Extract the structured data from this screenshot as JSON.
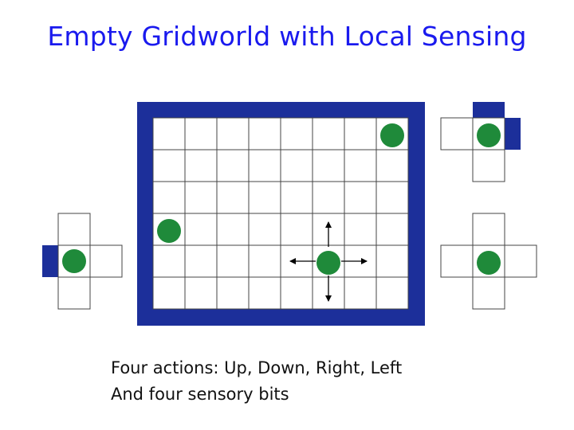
{
  "title": "Empty Gridworld with Local Sensing",
  "caption": {
    "line1": "Four actions: Up, Down, Right, Left",
    "line2": "And four sensory bits"
  },
  "grid": {
    "cols": 8,
    "rows": 6,
    "agents": [
      {
        "col": 7,
        "row": 0
      },
      {
        "col": 0,
        "row": 3
      },
      {
        "col": 5,
        "row": 4,
        "arrows": true
      }
    ]
  },
  "sensors": [
    {
      "id": "top-right",
      "blocked": [
        "up",
        "right"
      ]
    },
    {
      "id": "left",
      "blocked": [
        "left"
      ]
    },
    {
      "id": "bottom-right",
      "blocked": []
    }
  ],
  "colors": {
    "wall": "#1c2f9a",
    "agent": "#1f8a3a",
    "title": "#1a1aee",
    "line": "#444444"
  }
}
